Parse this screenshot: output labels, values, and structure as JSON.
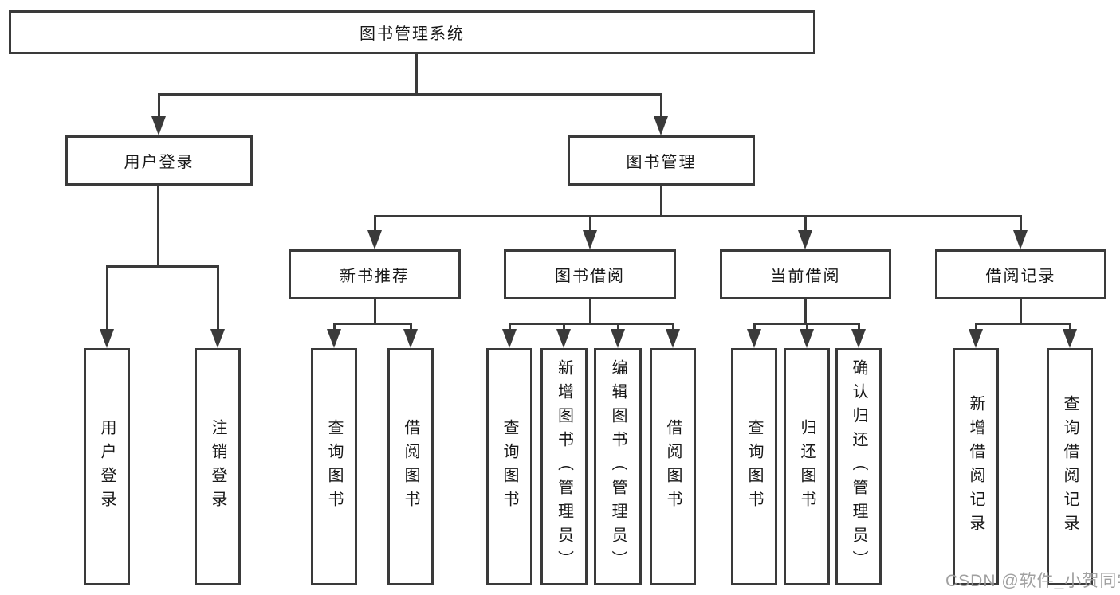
{
  "diagram": {
    "root": {
      "label": "图书管理系统"
    },
    "level2": [
      {
        "id": "user-login",
        "label": "用户登录"
      },
      {
        "id": "book-management",
        "label": "图书管理"
      }
    ],
    "level3": [
      {
        "id": "new-book-recommend",
        "parent": "图书管理",
        "label": "新书推荐"
      },
      {
        "id": "book-borrow",
        "parent": "图书管理",
        "label": "图书借阅"
      },
      {
        "id": "current-borrow",
        "parent": "图书管理",
        "label": "当前借阅"
      },
      {
        "id": "borrow-records",
        "parent": "图书管理",
        "label": "借阅记录"
      }
    ],
    "leaves": [
      {
        "parent": "用户登录",
        "label": "用户登录"
      },
      {
        "parent": "用户登录",
        "label": "注销登录"
      },
      {
        "parent": "新书推荐",
        "label": "查询图书"
      },
      {
        "parent": "新书推荐",
        "label": "借阅图书"
      },
      {
        "parent": "图书借阅",
        "label": "查询图书"
      },
      {
        "parent": "图书借阅",
        "label": "新增图书（管理员）"
      },
      {
        "parent": "图书借阅",
        "label": "编辑图书（管理员）"
      },
      {
        "parent": "图书借阅",
        "label": "借阅图书"
      },
      {
        "parent": "当前借阅",
        "label": "查询图书"
      },
      {
        "parent": "当前借阅",
        "label": "归还图书"
      },
      {
        "parent": "当前借阅",
        "label": "确认归还（管理员）"
      },
      {
        "parent": "借阅记录",
        "label": "新增借阅记录"
      },
      {
        "parent": "借阅记录",
        "label": "查询借阅记录"
      }
    ]
  },
  "watermark": "CSDN @软件_小贺同学",
  "colors": {
    "line": "#3a3a3a",
    "text": "#181818",
    "watermark": "#989898",
    "background": "#ffffff"
  }
}
